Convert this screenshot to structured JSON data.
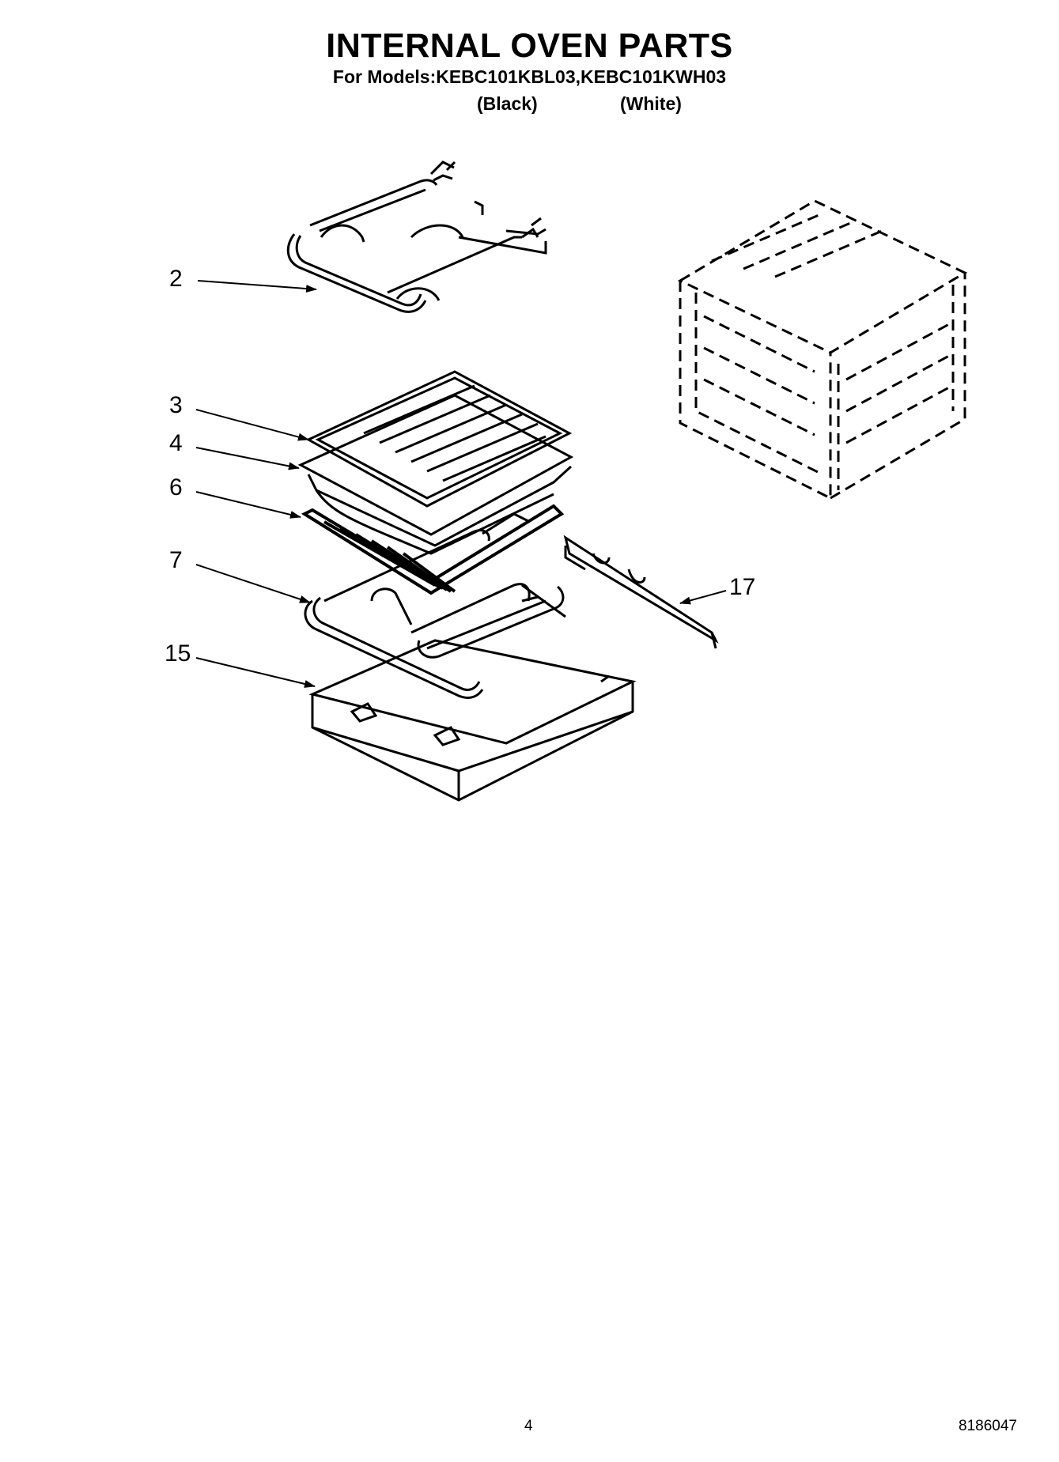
{
  "header": {
    "title": "INTERNAL OVEN PARTS",
    "subtitle": "For Models:KEBC101KBL03,KEBC101KWH03",
    "color_black": "(Black)",
    "color_white": "(White)"
  },
  "callouts": [
    "2",
    "3",
    "4",
    "6",
    "7",
    "15",
    "17"
  ],
  "footer": {
    "page_number": "4",
    "doc_number": "8186047"
  }
}
